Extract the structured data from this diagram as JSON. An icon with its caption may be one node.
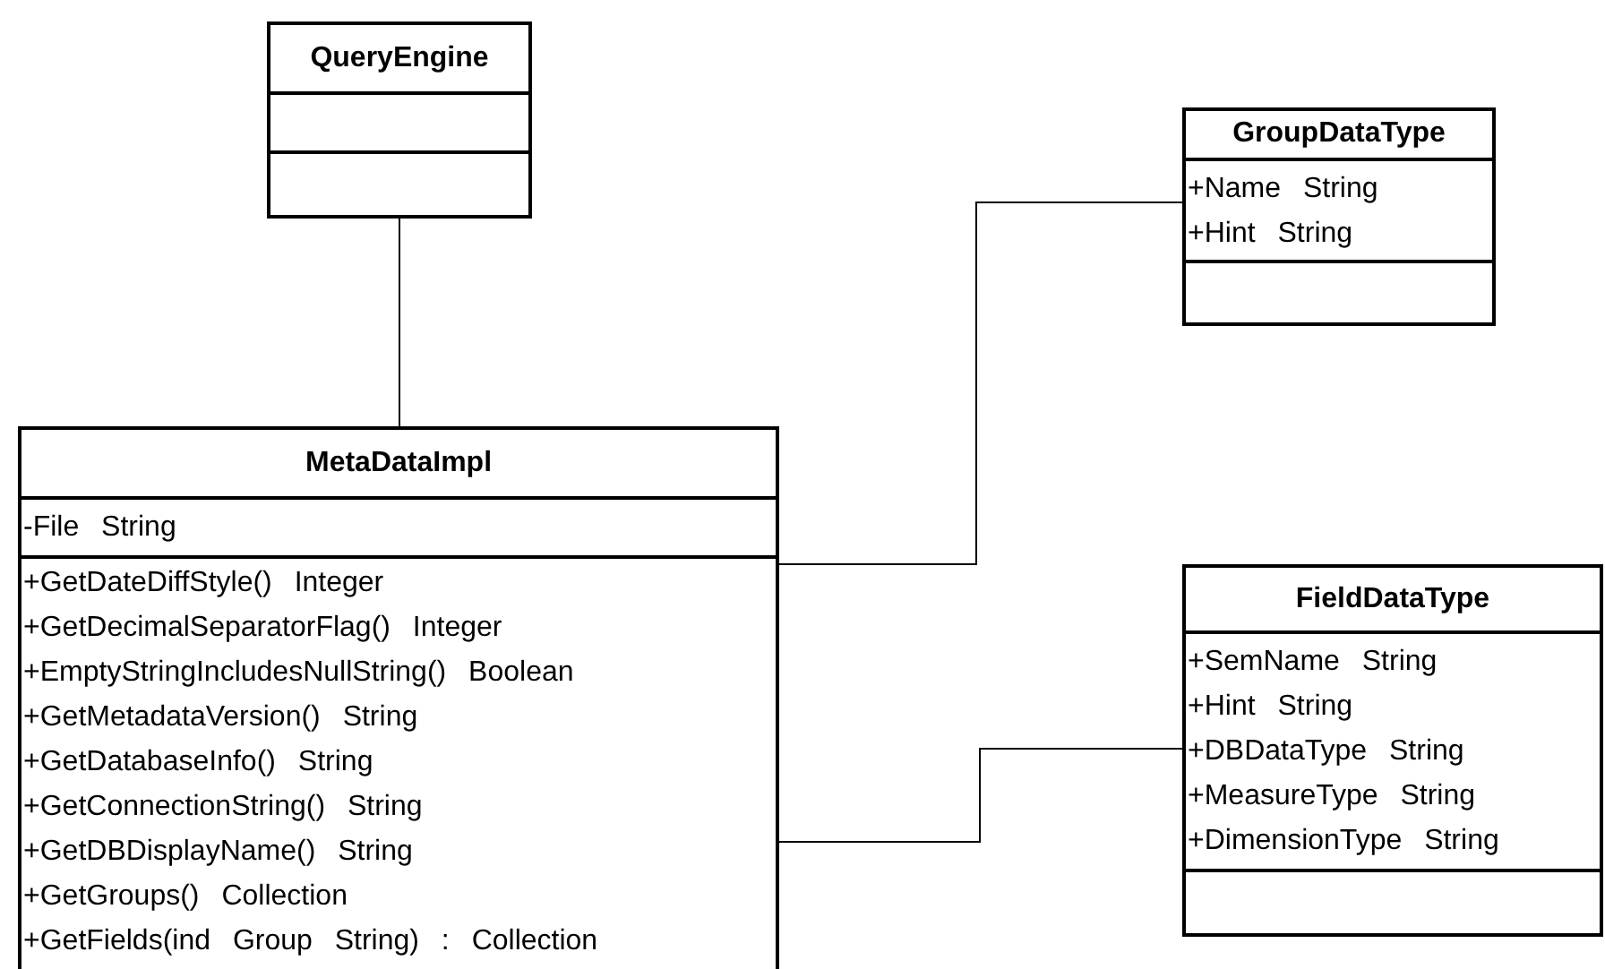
{
  "diagram": {
    "nodes": [
      {
        "text": [
          "QueryEngine"
        ]
      },
      {
        "text": [
          "GroupDataType",
          "+Name String",
          "+Hint String"
        ]
      },
      {
        "text": [
          "MetaDataImpl",
          "-File String",
          "+GetDateDiffStyle() Integer",
          "+GetDecimalSeparatorFlag() Integer",
          "+EmptyStringIncludesNullString() Boolean",
          "+GetMetadataVersion() String",
          "+GetDatabaseInfo() String",
          "+GetConnectionString() String",
          "+GetDBDisplayName() String",
          "+GetGroups() Collection",
          "+GetFields(ind Group String) : Collection"
        ]
      },
      {
        "text": [
          "FieldDataType",
          "+SemName String",
          "+Hint String",
          "+DBDataType String",
          "+MeasureType String",
          "+DimensionType String"
        ]
      }
    ],
    "edges": [
      {
        "from": 0,
        "to": 2,
        "arrow": "none"
      },
      {
        "from": 2,
        "to": 1,
        "arrow": "none"
      },
      {
        "from": 2,
        "to": 3,
        "arrow": "none"
      }
    ]
  }
}
